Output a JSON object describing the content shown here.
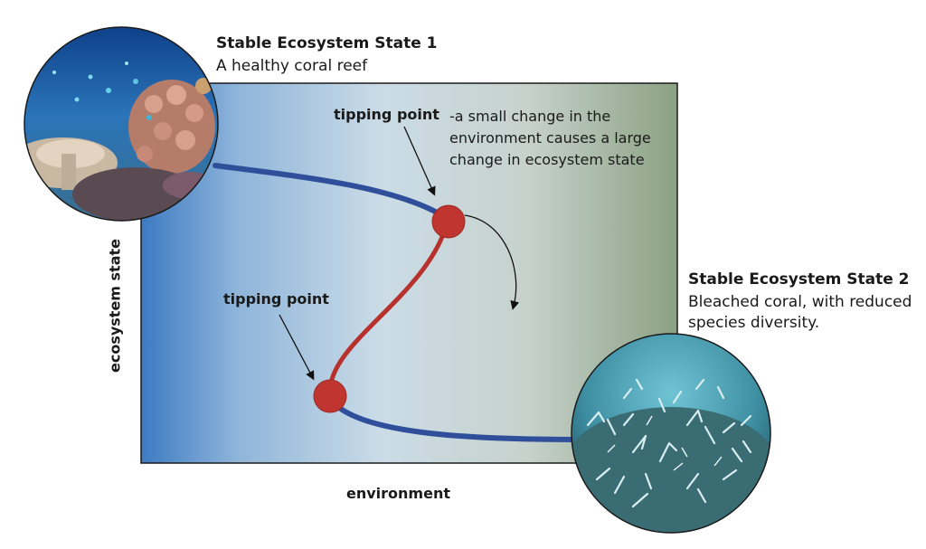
{
  "state1": {
    "title": "Stable Ecosystem State 1",
    "description": "A healthy coral reef"
  },
  "state2": {
    "title": "Stable Ecosystem State 2",
    "description_line1": "Bleached coral, with reduced",
    "description_line2": "species diversity."
  },
  "tipping_point_upper": {
    "label": "tipping point",
    "description": "-a small change in the environment causes a large change in ecosystem state"
  },
  "tipping_point_lower": {
    "label": "tipping point"
  },
  "axes": {
    "x_label": "environment",
    "y_label": "ecosystem state"
  },
  "colors": {
    "stable_curve": "#2f4f9a",
    "unstable_curve": "#b8322d",
    "tipping_point": "#c0352f",
    "gradient_left": "#3f7cc3",
    "gradient_mid": "#cfdde6",
    "gradient_right": "#8aa080"
  },
  "images": {
    "state1_photo": "healthy-coral-reef-photo",
    "state2_photo": "bleached-coral-photo"
  }
}
